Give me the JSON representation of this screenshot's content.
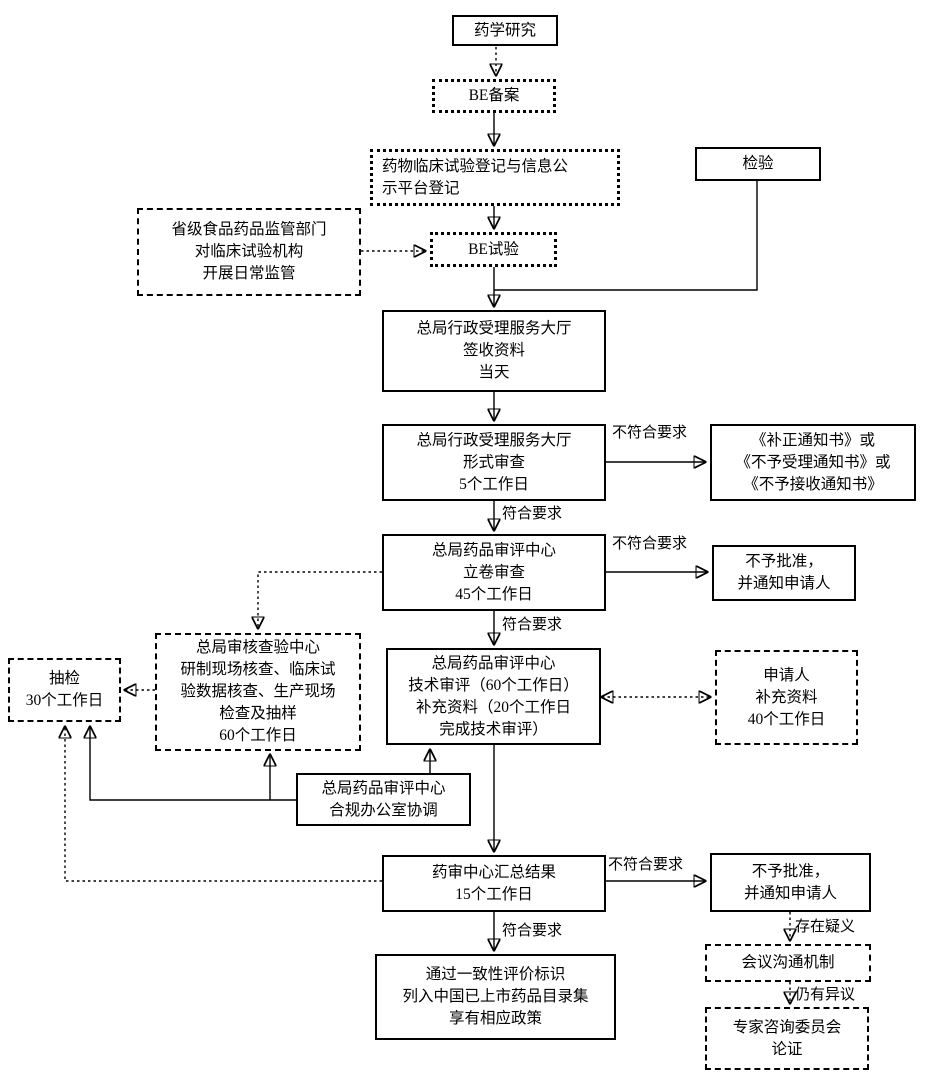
{
  "nodes": {
    "pharmaceutical_research": {
      "label": "药学研究"
    },
    "be_filing": {
      "label": "BE备案"
    },
    "clinical_trial_registration": {
      "label": "药物临床试验登记与信息公\n示平台登记"
    },
    "be_test": {
      "label": "BE试验"
    },
    "provincial_supervision": {
      "label": "省级食品药品监管部门\n对临床试验机构\n开展日常监管"
    },
    "inspection": {
      "label": "检验"
    },
    "acceptance_hall": {
      "label": "总局行政受理服务大厅\n签收资料\n当天"
    },
    "formal_review": {
      "label": "总局行政受理服务大厅\n形式审查\n5个工作日"
    },
    "correction_notice": {
      "label": "《补正通知书》或\n《不予受理通知书》或\n《不予接收通知书》"
    },
    "filing_review": {
      "label": "总局药品审评中心\n立卷审查\n45个工作日"
    },
    "disapproval_1": {
      "label": "不予批准，\n并通知申请人"
    },
    "technical_review": {
      "label": "总局药品审评中心\n技术审评（60个工作日）\n补充资料（20个工作日\n完成技术审评）"
    },
    "verification_center": {
      "label": "总局审核查验中心\n研制现场核查、临床试\n验数据核查、生产现场\n检查及抽样\n60个工作日"
    },
    "sampling": {
      "label": "抽检\n30个工作日"
    },
    "applicant_supplement": {
      "label": "申请人\n补充资料\n40个工作日"
    },
    "compliance_office": {
      "label": "总局药品审评中心\n合规办公室协调"
    },
    "review_summary": {
      "label": "药审中心汇总结果\n15个工作日"
    },
    "disapproval_2": {
      "label": "不予批准，\n并通知申请人"
    },
    "meeting_communication": {
      "label": "会议沟通机制"
    },
    "expert_committee": {
      "label": "专家咨询委员会\n论证"
    },
    "pass_evaluation": {
      "label": "通过一致性评价标识\n列入中国已上市药品目录集\n享有相应政策"
    }
  },
  "edge_labels": {
    "formal_fail": "不符合要求",
    "formal_pass": "符合要求",
    "filing_fail": "不符合要求",
    "filing_pass": "符合要求",
    "summary_fail": "不符合要求",
    "summary_pass": "符合要求",
    "doubt": "存在疑义",
    "objection": "仍有异议"
  },
  "colors": {
    "line": "#000000",
    "border": "#000000",
    "background": "#ffffff"
  }
}
